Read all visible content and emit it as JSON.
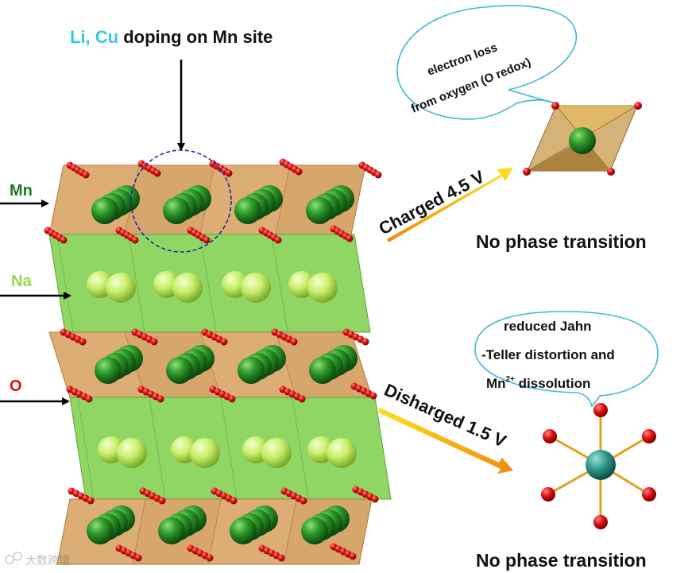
{
  "top_label": {
    "prefix": "Li, Cu",
    "rest": " doping on Mn site"
  },
  "side_labels": {
    "mn": "Mn",
    "na": "Na",
    "o": "O"
  },
  "charged": {
    "arrow_text": "Charged 4.5 V",
    "bubble_line1": "electron loss",
    "bubble_line2": "from oxygen (O redox)",
    "result": "No phase transition"
  },
  "discharged": {
    "arrow_text": "Disharged 1.5 V",
    "bubble_line1": "reduced Jahn",
    "bubble_line2": "-Teller distortion and",
    "bubble_line3_prefix": "Mn",
    "bubble_line3_sup": "2+",
    "bubble_line3_rest": " dissolution",
    "result": "No phase transition"
  },
  "watermark": "大数跨境",
  "colors": {
    "li_cu": "#33c9e6",
    "mn_green": "#1f7a1f",
    "na_green": "#9ad64b",
    "o_red": "#e01010",
    "slab_orange": "#c8904a",
    "na_slab_green": "#7ccf4a",
    "bubble_stroke": "#3fb6d8",
    "arrow_start": "#f0a020",
    "arrow_end": "#ffe020"
  }
}
